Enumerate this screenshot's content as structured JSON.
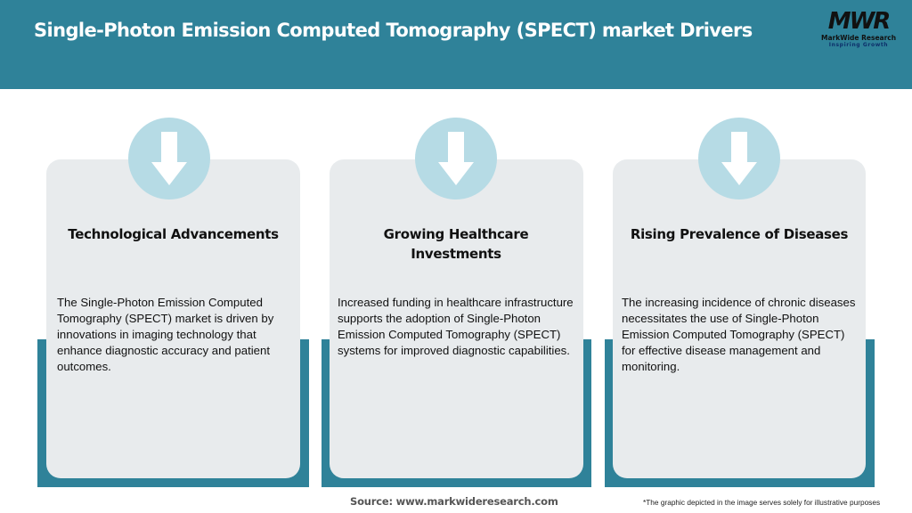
{
  "header": {
    "title": "Single-Photon Emission Computed Tomography (SPECT) market Drivers",
    "background_color": "#2f8299"
  },
  "logo": {
    "mark": "MWR",
    "name": "MarkWide Research",
    "tagline": "Inspiring Growth"
  },
  "cards": [
    {
      "icon": "arrow-down-icon",
      "title": "Technological Advancements",
      "body": "The Single-Photon Emission Computed Tomography (SPECT) market is driven by innovations in imaging technology that enhance diagnostic accuracy and patient outcomes."
    },
    {
      "icon": "arrow-down-icon",
      "title": "Growing Healthcare Investments",
      "body": "Increased funding in healthcare infrastructure supports the adoption of Single-Photon Emission Computed Tomography (SPECT) systems for improved diagnostic capabilities."
    },
    {
      "icon": "arrow-down-icon",
      "title": "Rising Prevalence of Diseases",
      "body": "The increasing incidence of chronic diseases necessitates the use of Single-Photon Emission Computed Tomography (SPECT) for effective disease management and monitoring."
    }
  ],
  "footer": {
    "source": "Source: www.markwideresearch.com",
    "disclaimer": "*The graphic depicted in the image serves solely for illustrative purposes"
  },
  "colors": {
    "accent_teal": "#2f8299",
    "card_gray": "#e8ebed",
    "icon_circle": "#b6dbe5"
  }
}
